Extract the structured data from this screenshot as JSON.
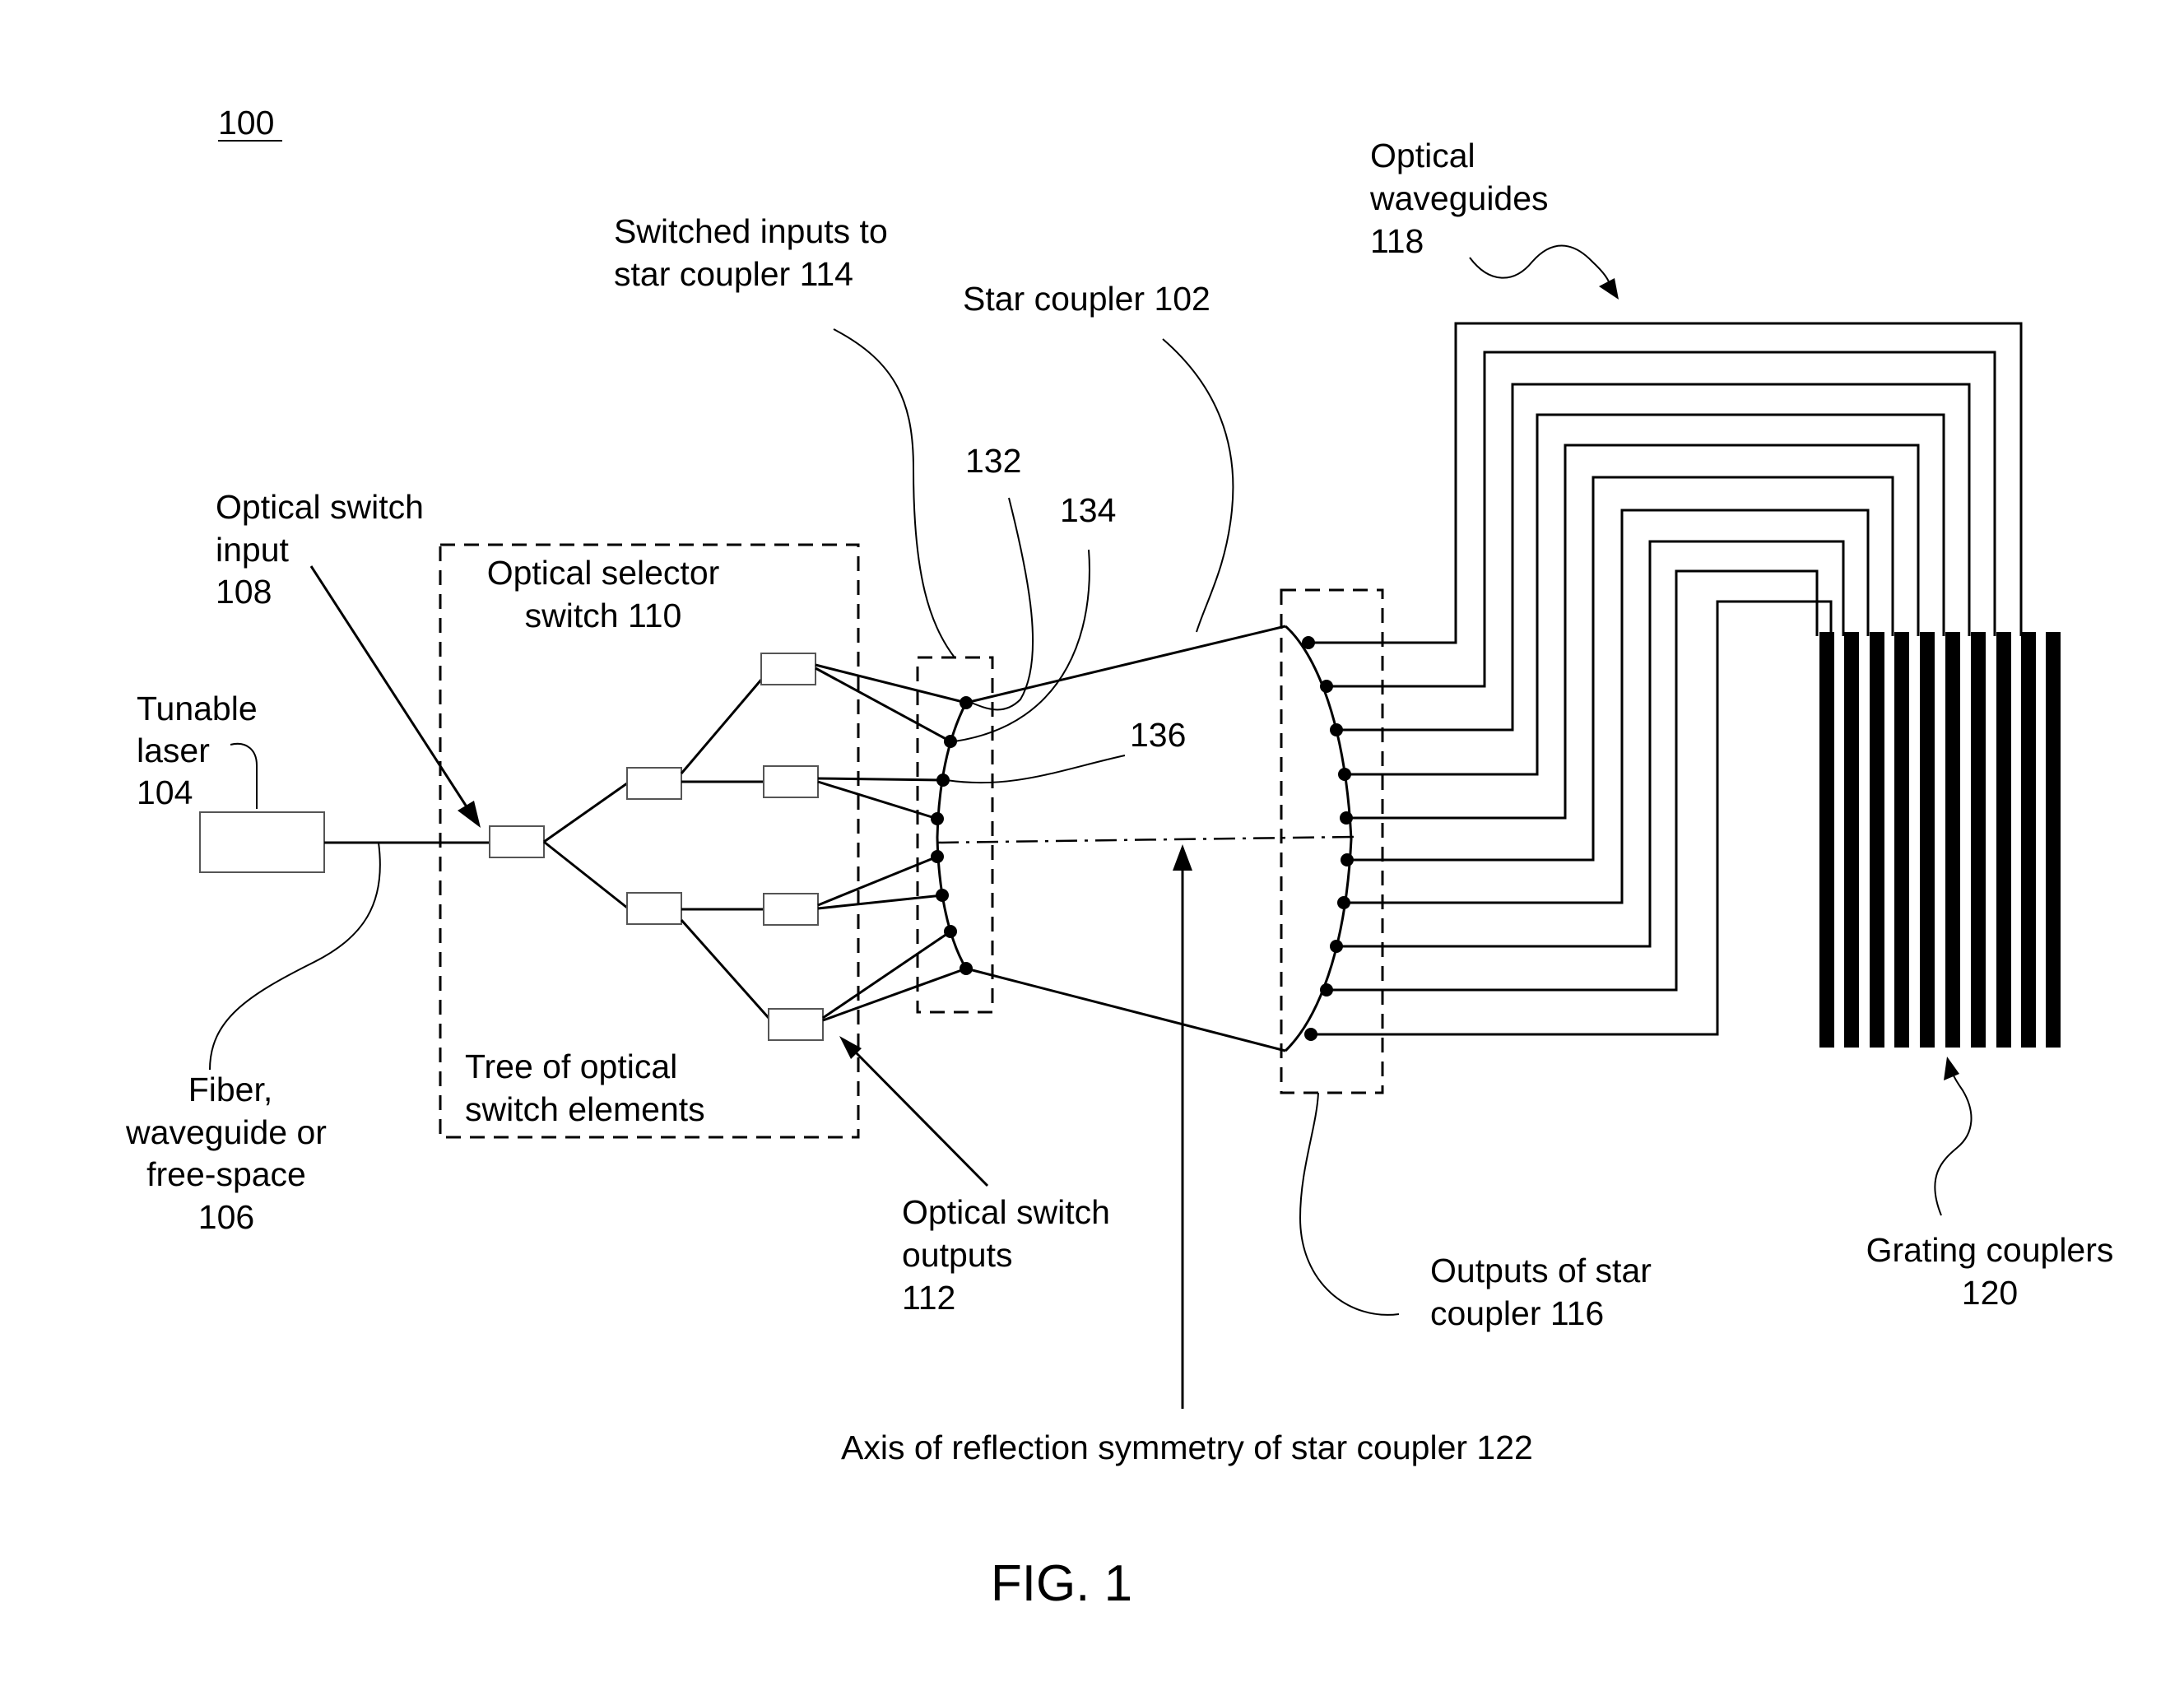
{
  "figure_ref": "100",
  "figure_title": "FIG. 1",
  "labels": {
    "tunable_laser": [
      "Tunable",
      "laser",
      "104"
    ],
    "fiber": [
      "Fiber,",
      "waveguide or",
      "free-space",
      "106"
    ],
    "switch_input": [
      "Optical switch",
      "input",
      "108"
    ],
    "selector_switch": [
      "Optical selector",
      "switch 110"
    ],
    "tree": [
      "Tree of optical",
      "switch elements"
    ],
    "switch_outputs": [
      "Optical switch",
      "outputs",
      "112"
    ],
    "switched_inputs": [
      "Switched inputs to",
      "star coupler 114"
    ],
    "star_coupler": "Star coupler 102",
    "ref_132": "132",
    "ref_134": "134",
    "ref_136": "136",
    "star_outputs": [
      "Outputs of star",
      "coupler 116"
    ],
    "waveguides": [
      "Optical",
      "waveguides",
      "118"
    ],
    "grating_couplers": [
      "Grating couplers",
      "120"
    ],
    "axis": "Axis of reflection symmetry of star coupler 122"
  }
}
